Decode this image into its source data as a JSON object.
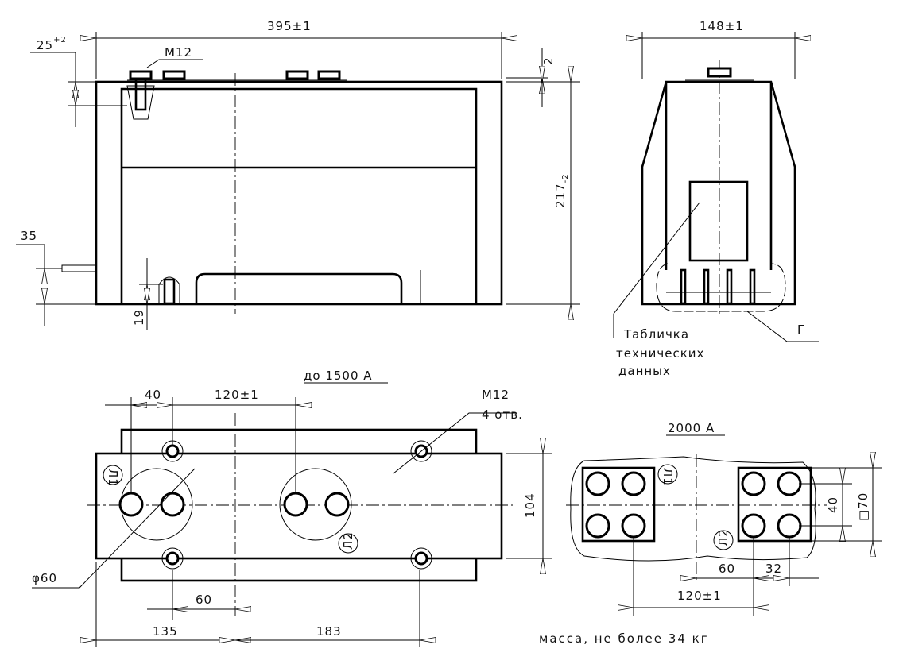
{
  "front_view": {
    "dim_width": "395±1",
    "dim_height": "217",
    "dim_height_tol": "-2",
    "dim_top_offset": "25",
    "dim_top_offset_tol": "+2",
    "dim_gap": "2",
    "dim_pin": "35",
    "dim_bottom": "19",
    "thread_label": "M12"
  },
  "side_view": {
    "dim_width": "148±1",
    "nameplate_label": [
      "Табличка",
      "технических",
      "данных"
    ],
    "detail_label": "Г"
  },
  "bottom_view_1500": {
    "title": "до 1500 А",
    "dim_40": "40",
    "dim_120": "120±1",
    "thread_label": "M12",
    "holes_label": "4 отв.",
    "dim_104": "104",
    "dim_diameter": "φ60",
    "dim_60": "60",
    "dim_135": "135",
    "dim_183": "183",
    "terminal_1": "Л1",
    "terminal_2": "Л2"
  },
  "view_2000": {
    "title": "2000 А",
    "dim_40": "40",
    "dim_square": "□70",
    "dim_60": "60",
    "dim_32": "32",
    "dim_120": "120±1",
    "terminal_1": "Л1",
    "terminal_2": "Л2"
  },
  "mass_note": "масса, не более 34 кг"
}
